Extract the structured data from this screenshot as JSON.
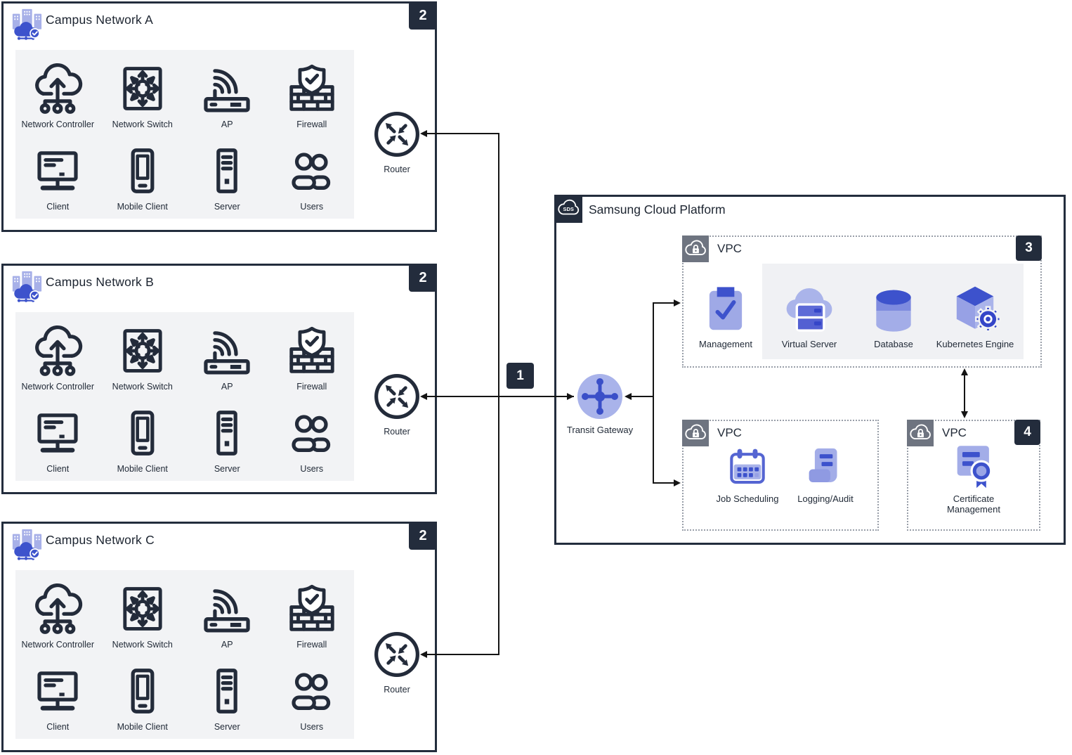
{
  "campuses": [
    {
      "title": "Campus Network A",
      "badge": "2",
      "router_label": "Router",
      "icon": "campus-icon"
    },
    {
      "title": "Campus Network B",
      "badge": "2",
      "router_label": "Router",
      "icon": "campus-icon"
    },
    {
      "title": "Campus Network C",
      "badge": "2",
      "router_label": "Router",
      "icon": "campus-icon"
    }
  ],
  "devices": [
    {
      "label": "Network Controller",
      "icon": "network-controller-icon"
    },
    {
      "label": "Network Switch",
      "icon": "network-switch-icon"
    },
    {
      "label": "AP",
      "icon": "access-point-icon"
    },
    {
      "label": "Firewall",
      "icon": "firewall-icon"
    },
    {
      "label": "Client",
      "icon": "client-icon"
    },
    {
      "label": "Mobile Client",
      "icon": "mobile-client-icon"
    },
    {
      "label": "Server",
      "icon": "server-icon"
    },
    {
      "label": "Users",
      "icon": "users-icon"
    }
  ],
  "router_icon": "router-icon",
  "connection": {
    "badge": "1"
  },
  "cloud": {
    "title": "Samsung Cloud Platform",
    "logo_text": "SDS",
    "logo_icon": "sds-logo-icon",
    "transit_gateway": {
      "label": "Transit Gateway",
      "icon": "transit-gateway-icon"
    },
    "vpcs": [
      {
        "label": "VPC",
        "badge": "3",
        "icon": "cloud-lock-icon",
        "services": [
          {
            "label": "Management",
            "icon": "management-icon"
          },
          {
            "label": "Virtual Server",
            "icon": "virtual-server-icon"
          },
          {
            "label": "Database",
            "icon": "database-icon"
          },
          {
            "label": "Kubernetes Engine",
            "icon": "kubernetes-engine-icon"
          }
        ]
      },
      {
        "label": "VPC",
        "icon": "cloud-lock-icon",
        "services": [
          {
            "label": "Job Scheduling",
            "icon": "job-scheduling-icon"
          },
          {
            "label": "Logging/Audit",
            "icon": "logging-audit-icon"
          }
        ]
      },
      {
        "label": "VPC",
        "badge": "4",
        "icon": "cloud-lock-icon",
        "services": [
          {
            "label": "Certificate Management",
            "icon": "certificate-management-icon"
          }
        ]
      }
    ]
  },
  "colors": {
    "box_border": "#232d3d",
    "badge_bg": "#232c3c",
    "icon_ink": "#232b3a",
    "panel_gray": "#f2f3f5",
    "vpc_label_gray": "#6e7480",
    "vpc_dotted_border": "#989ea8",
    "blue_dark": "#3d52cc",
    "blue_mid": "#5b68d6",
    "blue_light": "#a3ade8",
    "connector": "#141414"
  }
}
